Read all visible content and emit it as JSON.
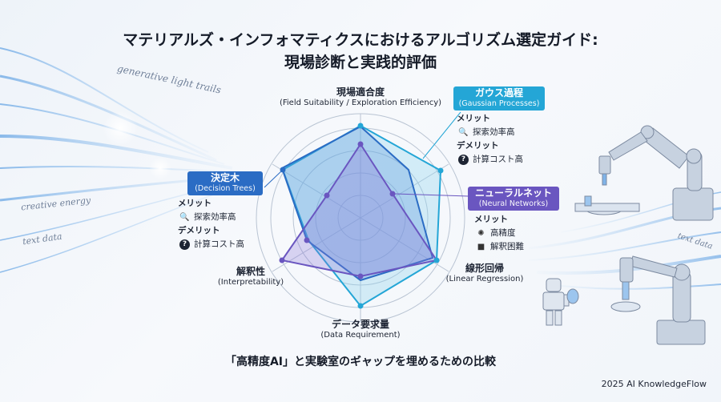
{
  "title": {
    "line1": "マテリアルズ・インフォマティクスにおけるアルゴリズム選定ガイド:",
    "line2": "現場診断と実践的評価"
  },
  "decorative_text": {
    "generative": "generative light trails",
    "creative": "creative energy",
    "text_left": "text data",
    "text_right": "text data"
  },
  "axes": [
    {
      "jp": "現場適合度",
      "en": "(Field Suitability / Exploration Efficiency)"
    },
    {
      "jp": "線形回帰",
      "en": "(Linear Regression)"
    },
    {
      "jp": "データ要求量",
      "en": "(Data Requirement)"
    },
    {
      "jp": "解釈性",
      "en": "(Interpretability)"
    }
  ],
  "algorithms": {
    "decision_tree": {
      "name_jp": "決定木",
      "name_en": "(Decision Trees)",
      "color": "#2b6cc4",
      "merit_heading": "メリット",
      "merit_icon": "magnifier-icon",
      "merit": "探索効率高",
      "demerit_heading": "デメリット",
      "demerit_icon": "question-icon",
      "demerit": "計算コスト高"
    },
    "gaussian": {
      "name_jp": "ガウス過程",
      "name_en": "(Gaussian Processes)",
      "color": "#24a6d6",
      "merit_heading": "メリット",
      "merit_icon": "magnifier-icon",
      "merit": "探索効率高",
      "demerit_heading": "デメリット",
      "demerit_icon": "question-icon",
      "demerit": "計算コスト高"
    },
    "neural": {
      "name_jp": "ニューラルネット",
      "name_en": "(Neural Networks)",
      "color": "#6a56c0",
      "merit_heading": "メリット",
      "merit_icon": "brain-icon",
      "merit": "高精度",
      "box_icon": "box-icon",
      "merit2": "解釈困難"
    }
  },
  "subtitle": "「高精度AI」と実験室のギャップを埋めるための比較",
  "credit": "2025 AI KnowledgeFlow"
}
